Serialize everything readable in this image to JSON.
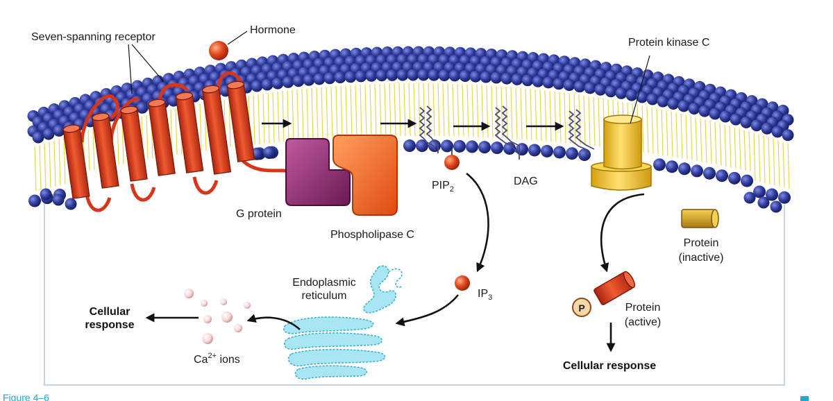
{
  "labels": {
    "receptor": "Seven-spanning receptor",
    "hormone": "Hormone",
    "pkc": "Protein kinase C",
    "g_protein": "G protein",
    "plc": "Phospholipase C",
    "pip2_main": "PIP",
    "pip2_sub": "2",
    "dag": "DAG",
    "protein_inactive_1": "Protein",
    "protein_inactive_2": "(inactive)",
    "er_1": "Endoplasmic",
    "er_2": "reticulum",
    "ip3_main": "IP",
    "ip3_sub": "3",
    "cellular_response_left_1": "Cellular",
    "cellular_response_left_2": "response",
    "ca_main": "Ca",
    "ca_sup": "2+",
    "ca_rest": " ions",
    "protein_active_1": "Protein",
    "protein_active_2": "(active)",
    "phosphate": "P",
    "cellular_response_right": "Cellular response",
    "figure": "Figure 4–6"
  },
  "colors": {
    "membrane_head": "#2d3a9a",
    "membrane_tail": "#e6d64a",
    "receptor": "#e0401e",
    "g_protein": "#8e2c6e",
    "phospholipase": "#f06a1e",
    "pkc": "#f0c020",
    "er": "#8fdcec",
    "accent": "#1fa8c9"
  }
}
